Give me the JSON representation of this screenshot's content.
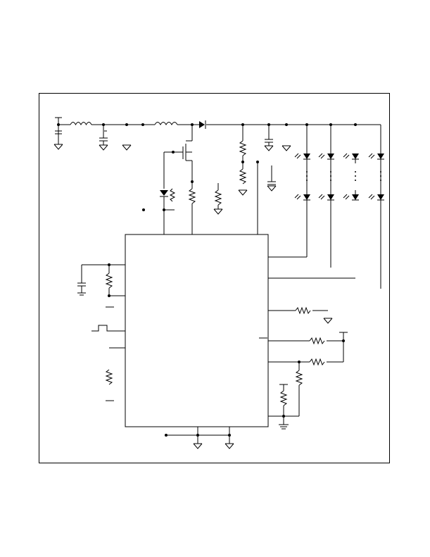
{
  "diagram": {
    "kind": "typical-operating-circuit",
    "components": {
      "ic": "ic-body",
      "inductors": 2,
      "mosfet": 1,
      "schottky_diode": 1,
      "zener_diode": 1,
      "led_strings": 4,
      "leds_per_string_visible": 2,
      "resistors": 10,
      "capacitors": 4,
      "ground_symbols": 10,
      "pwm_waveform": "pulse"
    },
    "colors": {
      "ink": "#000000",
      "paper": "#ffffff"
    }
  }
}
